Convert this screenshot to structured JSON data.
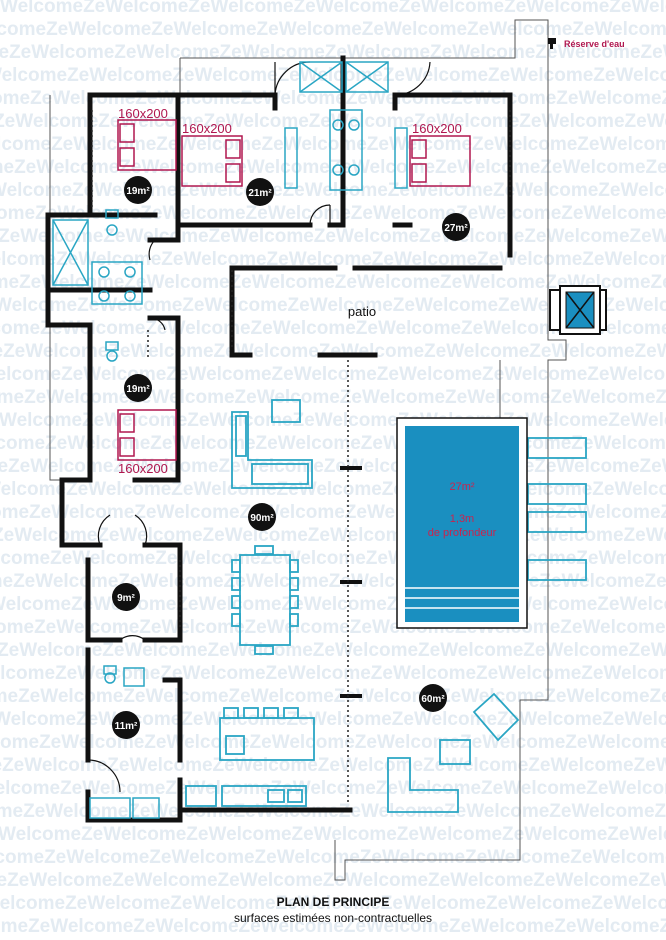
{
  "plan": {
    "watermark_text": "WelcomeZe",
    "water_reserve": "Réserve d'eau",
    "beds": [
      "160x200",
      "160x200",
      "160x200",
      "160x200"
    ],
    "areas": {
      "room_top_left": "19m²",
      "room_top_mid": "21m²",
      "room_top_right": "27m²",
      "room_mid_left": "19m²",
      "living": "90m²",
      "room_small_a": "9m²",
      "room_small_b": "11m²",
      "terrace": "60m²"
    },
    "patio": "patio",
    "pool": {
      "area": "27m²",
      "depth_line1": "1,3m",
      "depth_line2": "de profondeur"
    },
    "footer": {
      "title": "PLAN DE PRINCIPE",
      "subtitle": "surfaces estimées non-contractuelles"
    },
    "colors": {
      "wall": "#111111",
      "furniture": "#2aa6c4",
      "bed": "#b0174f",
      "pool_water": "#1a8fc0",
      "watermark": "#e3ebf2"
    }
  }
}
